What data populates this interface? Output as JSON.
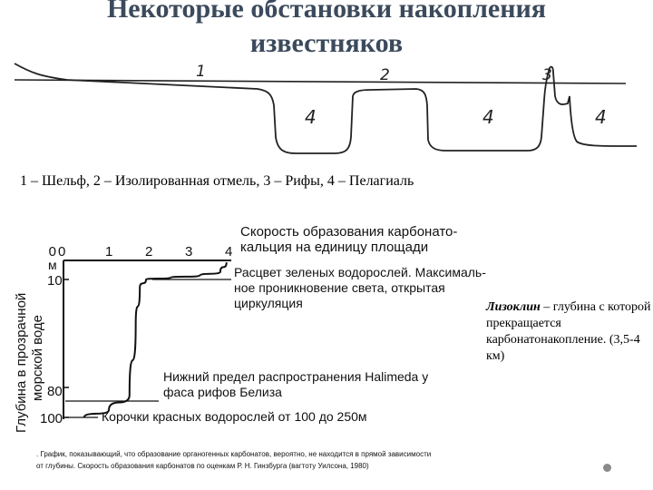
{
  "title": {
    "line1": "Некоторые обстановки накопления",
    "line2": "известняков"
  },
  "scheme": {
    "labels": [
      "1",
      "2",
      "3",
      "4",
      "4",
      "4"
    ]
  },
  "caption": "1 – Шельф, 2 – Изолированная отмель, 3 – Рифы, 4 – Пелагиаль",
  "chart_data": {
    "type": "line",
    "xlabel_lines": [
      "Скорость образования карбонато-",
      "кальция на единицу площади"
    ],
    "ylabel_lines": [
      "Глубина в прозрачной",
      "морской воде"
    ],
    "y_unit": "м",
    "x_ticks": [
      "0",
      "1",
      "2",
      "3",
      "4"
    ],
    "y_ticks": [
      "0",
      "10",
      "80",
      "100"
    ],
    "xlim": [
      0,
      4
    ],
    "ylim": [
      0,
      100
    ],
    "series": [
      {
        "x": [
          0.5,
          1.1,
          1.6,
          1.75,
          1.85,
          2.0,
          2.6,
          3.3,
          3.8,
          3.95
        ],
        "y": [
          100,
          95,
          85,
          40,
          15,
          10,
          9,
          8,
          6,
          1
        ]
      }
    ],
    "annotations": [
      {
        "lines": [
          "Расцвет зеленых водорослей. Максималь-",
          "ное проникновение света, открытая",
          "циркуляция"
        ]
      },
      {
        "lines": [
          "Нижний предел распространения Halimeda у",
          "фаса рифов Белиза"
        ]
      },
      {
        "lines": [
          "Корочки красных водорослей от 100 до 250м"
        ]
      }
    ],
    "footnote_lines": [
      ". График, показывающий, что образование органогенных карбонатов, вероятно, не находится в прямой зависимости",
      "от глубины. Скорость образования карбонатов по оценкам Р. Н. Гинзбурга (вагтоту Уилсона, 1980)"
    ]
  },
  "note": {
    "term": "Лизоклин",
    "text": " – глубина с которой прекращается карбонатонакопление. (3,5-4 км)"
  }
}
